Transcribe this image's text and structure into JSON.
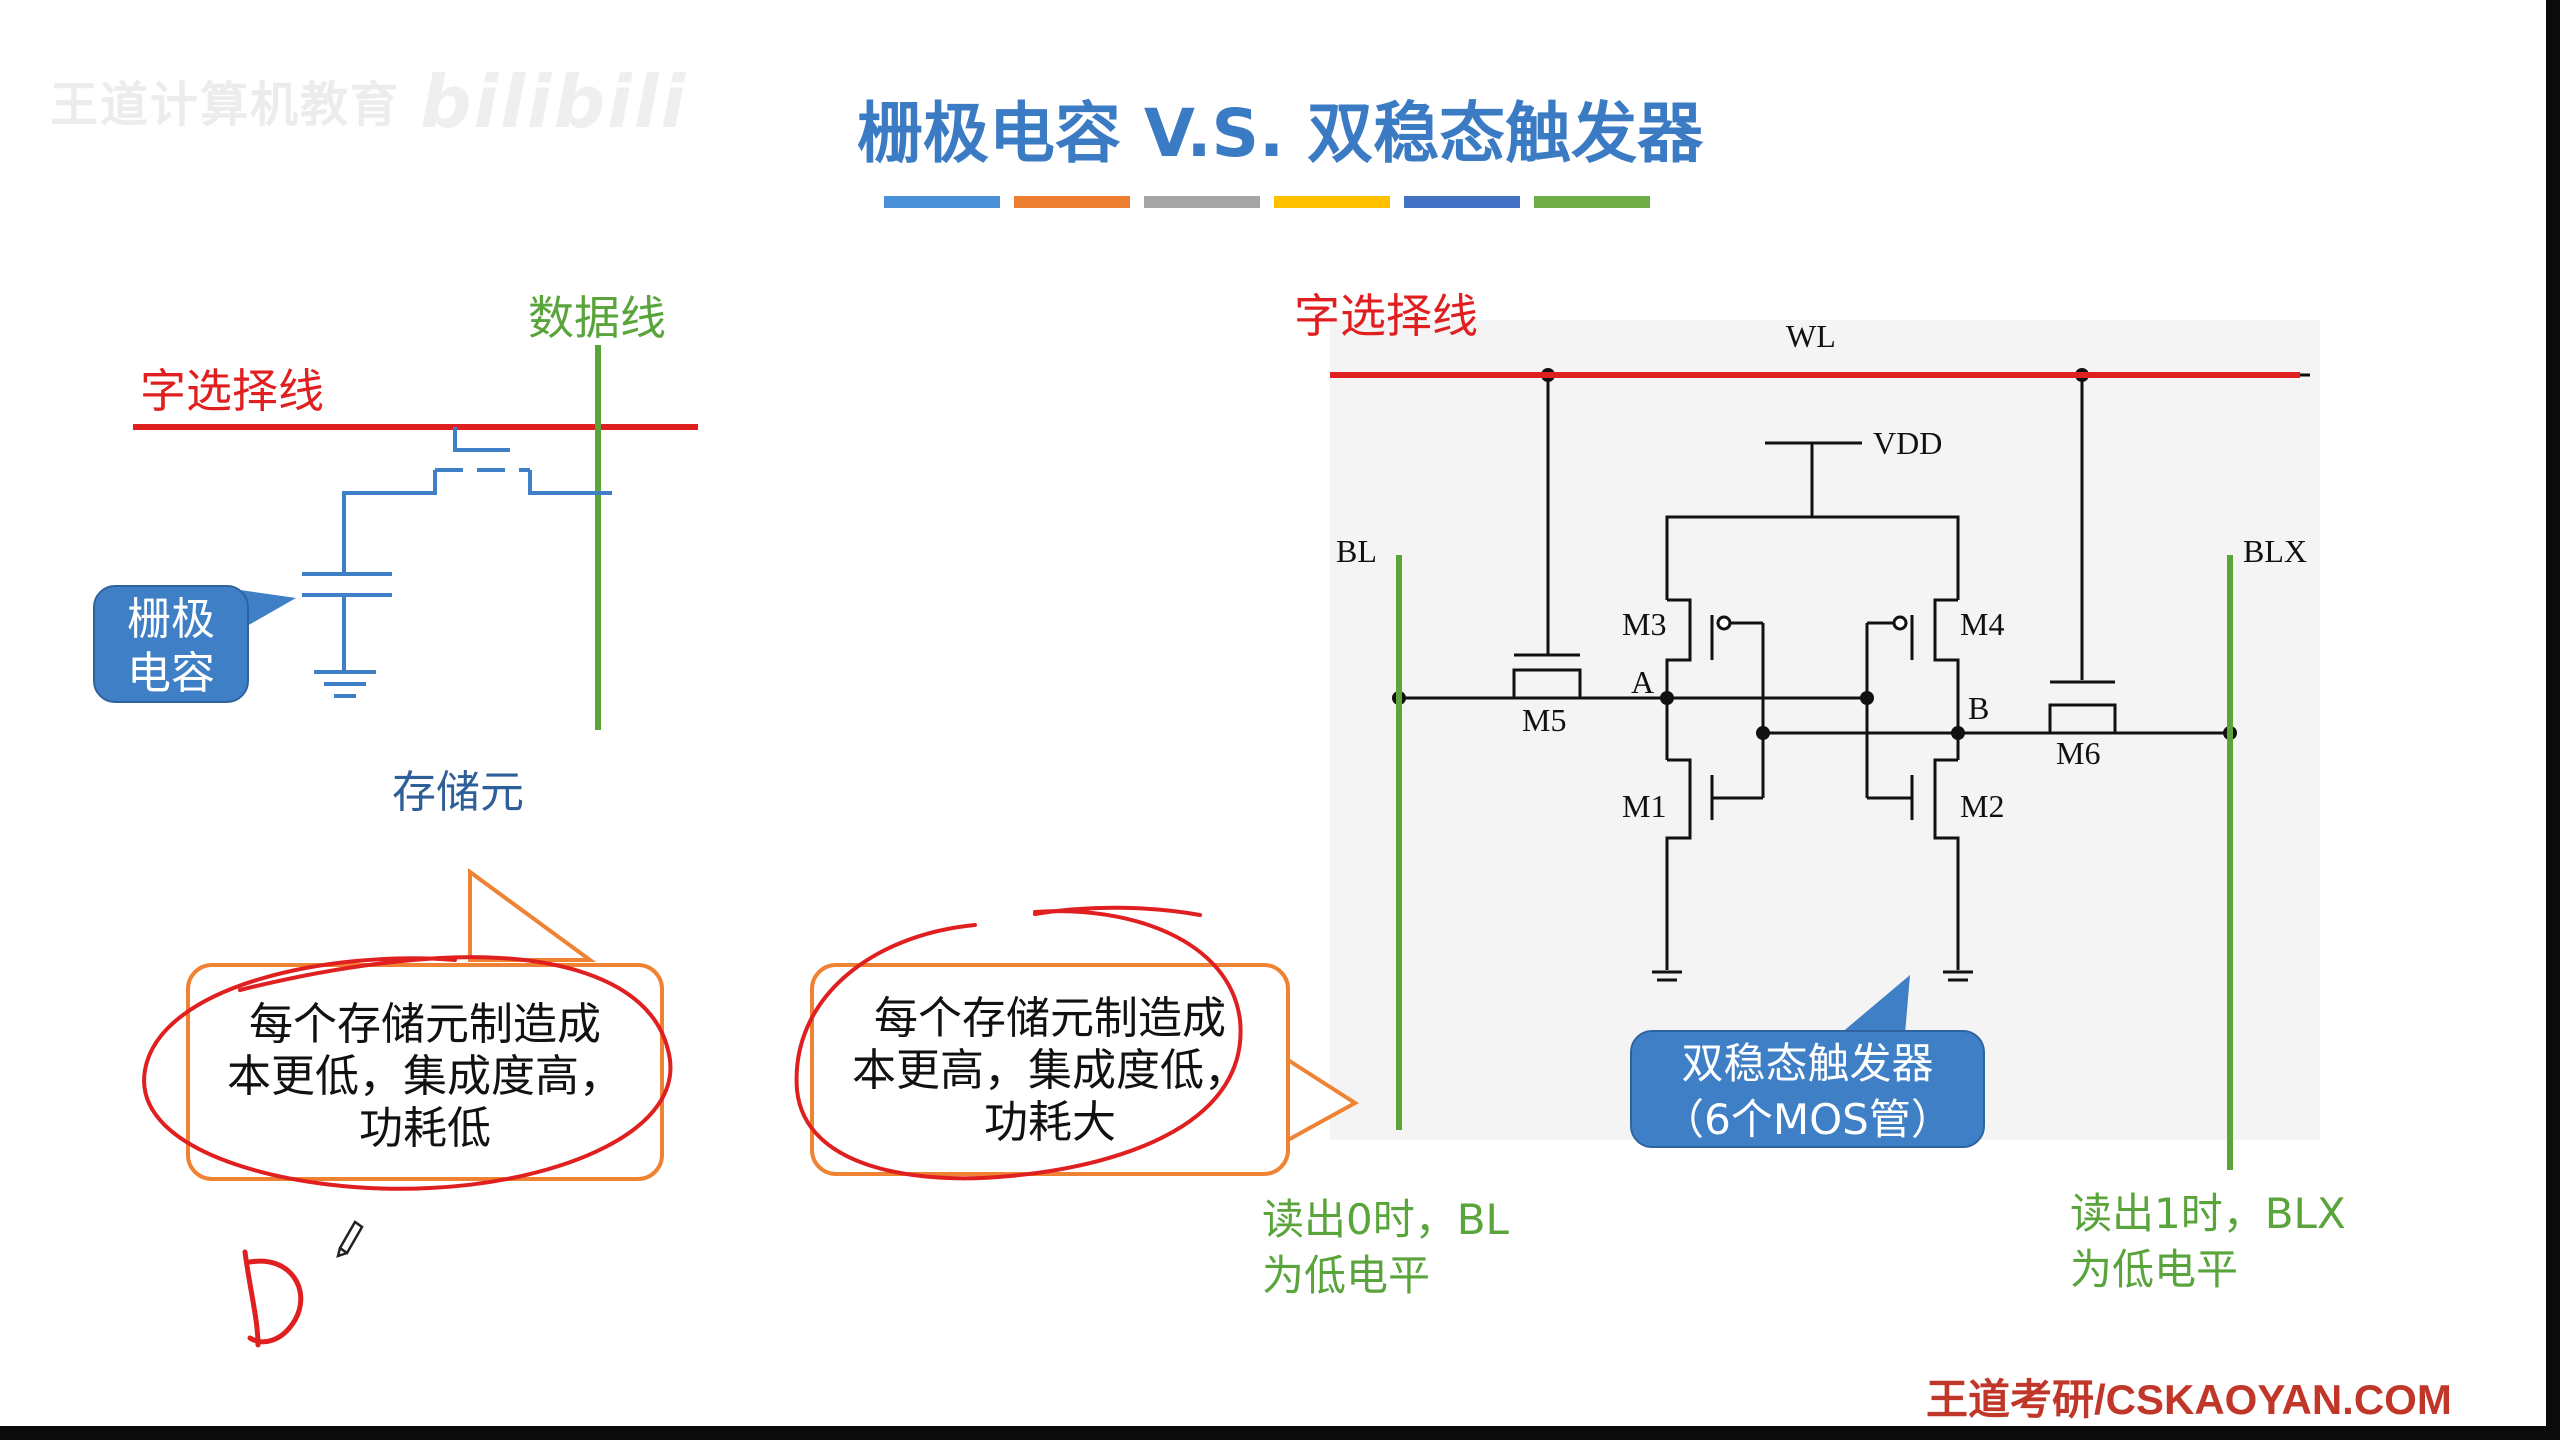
{
  "watermark": {
    "text": "王道计算机教育",
    "brand": "bilibili"
  },
  "title": "栅极电容 V.S. 双稳态触发器",
  "title_bar_colors": [
    "#4a90d9",
    "#ed7d31",
    "#a5a5a5",
    "#ffc000",
    "#4472c4",
    "#70ad47"
  ],
  "left_diagram": {
    "data_line_label": "数据线",
    "word_line_label": "字选择线",
    "capacitor_callout": [
      "栅极",
      "电容"
    ],
    "caption": "存储元"
  },
  "comparison": {
    "left": [
      "每个存储元制造成",
      "本更低，集成度高，",
      "功耗低"
    ],
    "right": [
      "每个存储元制造成",
      "本更高，集成度低，",
      "功耗大"
    ]
  },
  "right_diagram": {
    "word_line_label": "字选择线",
    "labels": {
      "wl": "WL",
      "vdd": "VDD",
      "bl": "BL",
      "blx": "BLX",
      "m1": "M1",
      "m2": "M2",
      "m3": "M3",
      "m4": "M4",
      "m5": "M5",
      "m6": "M6",
      "node_a": "A",
      "node_b": "B"
    },
    "callout": [
      "双稳态触发器",
      "（6个MOS管）"
    ],
    "note_bl": [
      "读出0时，BL",
      "为低电平"
    ],
    "note_blx": [
      "读出1时，BLX",
      "为低电平"
    ]
  },
  "colors": {
    "title": "#3b7bc4",
    "word_line": "#e02020",
    "data_line": "#5aa43c",
    "capacitor_wire": "#3e7fc6",
    "orange_border": "#ef8233",
    "annotation_red": "#e02020",
    "footer": "#c0372a"
  },
  "footer": "王道考研/CSKAOYAN.COM"
}
